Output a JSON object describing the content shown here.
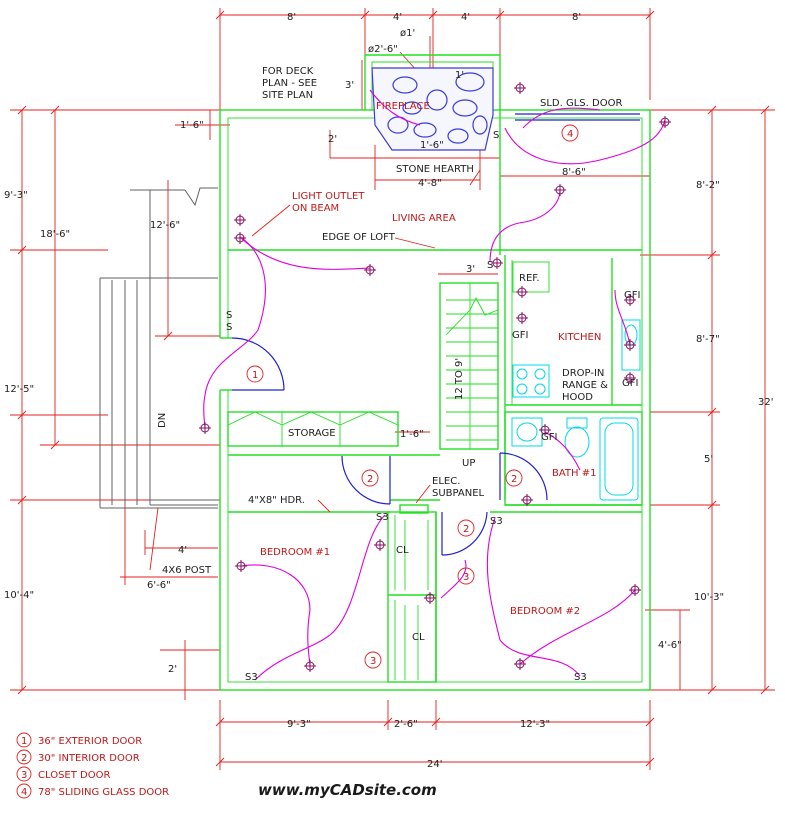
{
  "dimensions": {
    "top": [
      "8'",
      "4'",
      "4'",
      "8'"
    ],
    "left": [
      "9'-3\"",
      "18'-6\"",
      "12'-6\"",
      "1'-6\"",
      "12'-5\"",
      "10'-4\"",
      "2'"
    ],
    "right": [
      "8'-2\"",
      "8'-7\"",
      "5'",
      "10'-3\"",
      "4'-6\"",
      "32'"
    ],
    "bottom": [
      "9'-3\"",
      "2'-6\"",
      "12'-3\""
    ],
    "overall_bottom": "24'",
    "inner": {
      "fireplace_diameter": "ø1'",
      "fireplace_outer": "ø2'-6\"",
      "deck_3ft": "3'",
      "fireplace_1ft": "1'",
      "hearth_2ft": "2'",
      "hearth_1_6": "1'-6\"",
      "hearth_width": "4'-8\"",
      "kitchen_width": "8'-6\"",
      "stair_3ft": "3'",
      "storage_depth": "1'-6\"",
      "post_4ft": "4'",
      "post_6_6": "6'-6\""
    }
  },
  "labels": {
    "deck_note": [
      "FOR DECK",
      "PLAN - SEE",
      "SITE PLAN"
    ],
    "fireplace": "FIREPLACE",
    "sliding_door": "SLD. GLS. DOOR",
    "stone_hearth": "STONE HEARTH",
    "light_outlet": [
      "LIGHT OUTLET",
      "ON BEAM"
    ],
    "living_area": "LIVING AREA",
    "edge_of_loft": "EDGE OF LOFT",
    "ref": "REF.",
    "gfi": "GFI",
    "kitchen": "KITCHEN",
    "drop_in": [
      "DROP-IN",
      "RANGE &",
      "HOOD"
    ],
    "stair": "12 TO 9'",
    "storage": "STORAGE",
    "up": "UP",
    "dn": "DN",
    "bath": "BATH #1",
    "elec_subpanel": [
      "ELEC.",
      "SUBPANEL"
    ],
    "header": "4\"X8\" HDR.",
    "bedroom1": "BEDROOM #1",
    "bedroom2": "BEDROOM #2",
    "closet": "CL",
    "post": "4X6 POST",
    "switch": "S",
    "switch3": "S3"
  },
  "door_tags": {
    "exterior": "1",
    "interior": "2",
    "closet": "3",
    "sliding": "4"
  },
  "legend": [
    {
      "tag": "1",
      "text": "36\" EXTERIOR DOOR"
    },
    {
      "tag": "2",
      "text": "30\" INTERIOR DOOR"
    },
    {
      "tag": "3",
      "text": "CLOSET DOOR"
    },
    {
      "tag": "4",
      "text": "78\" SLIDING GLASS DOOR"
    }
  ],
  "watermark": "www.myCADsite.com",
  "colors": {
    "wall": "#22e022",
    "dimension": "#e0201f",
    "electrical": "#e000e0",
    "door_swing": "#2020d0",
    "fixture": "#00d8e8"
  }
}
